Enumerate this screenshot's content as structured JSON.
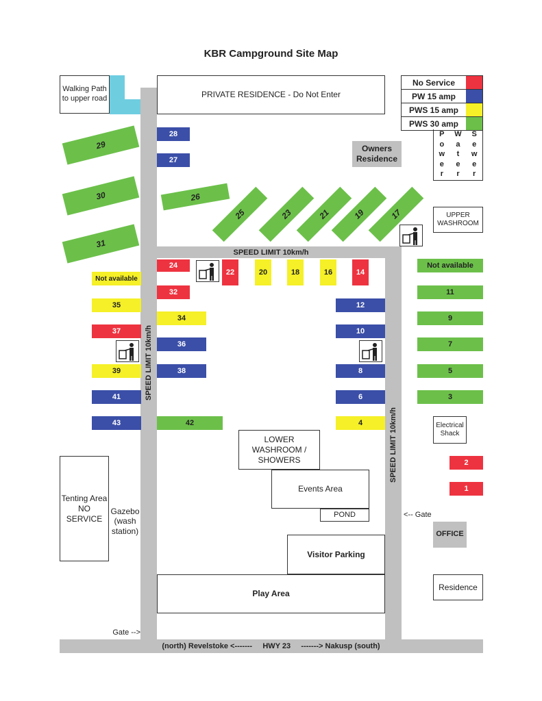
{
  "title": "KBR Campground Site Map",
  "legend": [
    {
      "label": "No Service",
      "color": "#ee3340"
    },
    {
      "label": "PW 15 amp",
      "color": "#3b4fa8"
    },
    {
      "label": "PWS 15 amp",
      "color": "#f5f027"
    },
    {
      "label": "PWS 30 amp",
      "color": "#6cc04a"
    }
  ],
  "legend_pws": [
    [
      "P",
      "W",
      "S"
    ],
    [
      "o",
      "a",
      "e"
    ],
    [
      "w",
      "t",
      "w"
    ],
    [
      "e",
      "e",
      "e"
    ],
    [
      "r",
      "r",
      "r"
    ]
  ],
  "labels": {
    "walking_path": "Walking Path to upper road",
    "private_residence": "PRIVATE RESIDENCE - Do Not Enter",
    "owners_residence": "Owners Residence",
    "upper_washroom": "UPPER WASHROOM",
    "speed_limit_top": "SPEED LIMIT 10km/h",
    "speed_limit_left": "SPEED LIMIT 10km/h",
    "speed_limit_right": "SPEED LIMIT 10km/h",
    "not_available_left": "Not available",
    "not_available_right": "Not available",
    "electrical_shack": "Electrical Shack",
    "lower_washroom": "LOWER WASHROOM / SHOWERS",
    "events_area": "Events Area",
    "pond": "POND",
    "tenting_area": "Tenting Area NO SERVICE",
    "gazebo": "Gazebo (wash station)",
    "gate_right": "<-- Gate",
    "office": "OFFICE",
    "visitor_parking": "Visitor Parking",
    "residence": "Residence",
    "play_area": "Play Area",
    "gate_left": "Gate -->",
    "highway": "(north) Revelstoke <-------     HWY 23     -------> Nakusp (south)"
  },
  "sites": {
    "s29": "29",
    "s30": "30",
    "s31": "31",
    "s28": "28",
    "s27": "27",
    "s26": "26",
    "s25": "25",
    "s23": "23",
    "s21": "21",
    "s19": "19",
    "s17": "17",
    "s24": "24",
    "s22": "22",
    "s20": "20",
    "s18": "18",
    "s16": "16",
    "s14": "14",
    "s32": "32",
    "s34": "34",
    "s36": "36",
    "s38": "38",
    "s42": "42",
    "s35": "35",
    "s37": "37",
    "s39": "39",
    "s41": "41",
    "s43": "43",
    "s12": "12",
    "s10": "10",
    "s8": "8",
    "s6": "6",
    "s4": "4",
    "s11": "11",
    "s9": "9",
    "s7": "7",
    "s5": "5",
    "s3": "3",
    "s2": "2",
    "s1": "1"
  }
}
